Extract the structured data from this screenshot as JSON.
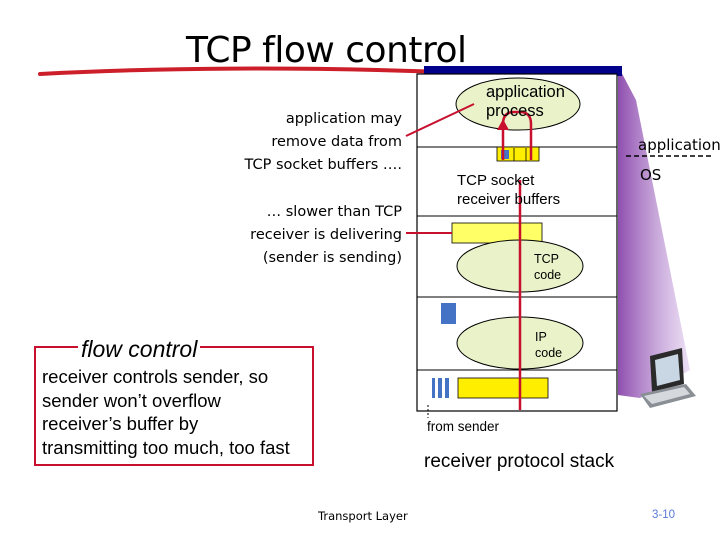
{
  "title": "TCP flow control",
  "notes": {
    "remove": "application may\nremove data from\nTCP socket buffers ….",
    "slower": "… slower than TCP\nreceiver is delivering\n(sender is sending)"
  },
  "flow_control": {
    "heading": "flow control",
    "body": "receiver controls sender, so\nsender won’t overflow\nreceiver’s buffer by\ntransmitting too much, too fast"
  },
  "diagram": {
    "application_process": "application\nprocess",
    "socket_buffers": "TCP socket\nreceiver buffers",
    "tcp_code": "TCP\ncode",
    "ip_code": "IP\ncode",
    "side_application": "application",
    "side_os": "OS",
    "from_sender": "from sender",
    "caption": "receiver protocol stack"
  },
  "colors": {
    "underline_red": "#cc1f2a",
    "frame_blue": "#00008b",
    "callout_red": "#c8102e",
    "buffer_yellow": "#ffff66",
    "bright_yellow": "#ffee00",
    "oval_green": "#e9f2c8",
    "segment_blue": "#4472c4",
    "shadow_purple": "#7b2fa0",
    "page_number": "#5b7ad9"
  },
  "footer": {
    "left": "Transport Layer",
    "right": "3-10"
  }
}
